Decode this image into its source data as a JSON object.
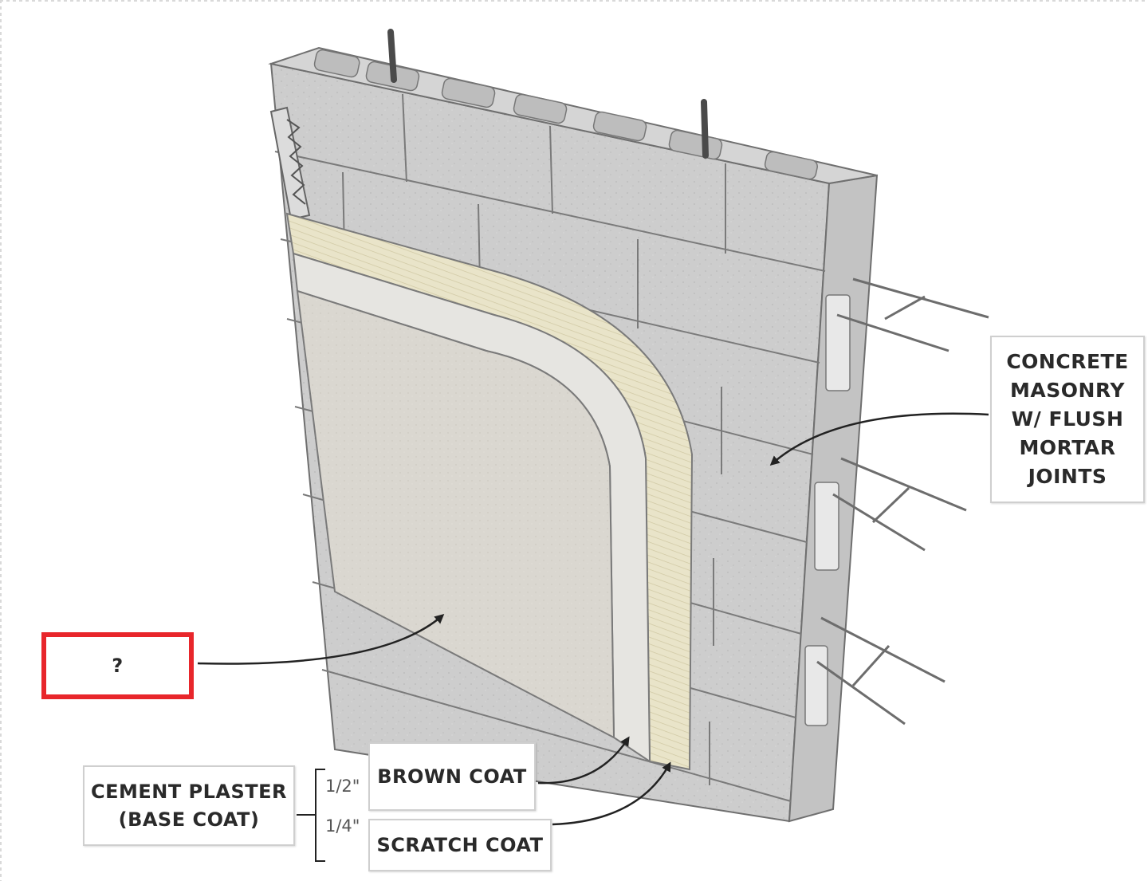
{
  "labels": {
    "cmu": [
      "CONCRETE",
      "MASONRY",
      "W/ FLUSH",
      "MORTAR",
      "JOINTS"
    ],
    "unknown": "?",
    "base_coat": [
      "CEMENT PLASTER",
      "(BASE COAT)"
    ],
    "brown_coat": "BROWN COAT",
    "scratch_coat": "SCRATCH COAT",
    "dim_brown": "1/2\"",
    "dim_scratch": "1/4\""
  },
  "colors": {
    "highlight_box": "#e8262b",
    "block": "#cfcfcf",
    "finish_coat": "#dcd9d2",
    "brown_coat": "#e4e3df",
    "scratch_coat": "#e8e3c8"
  }
}
